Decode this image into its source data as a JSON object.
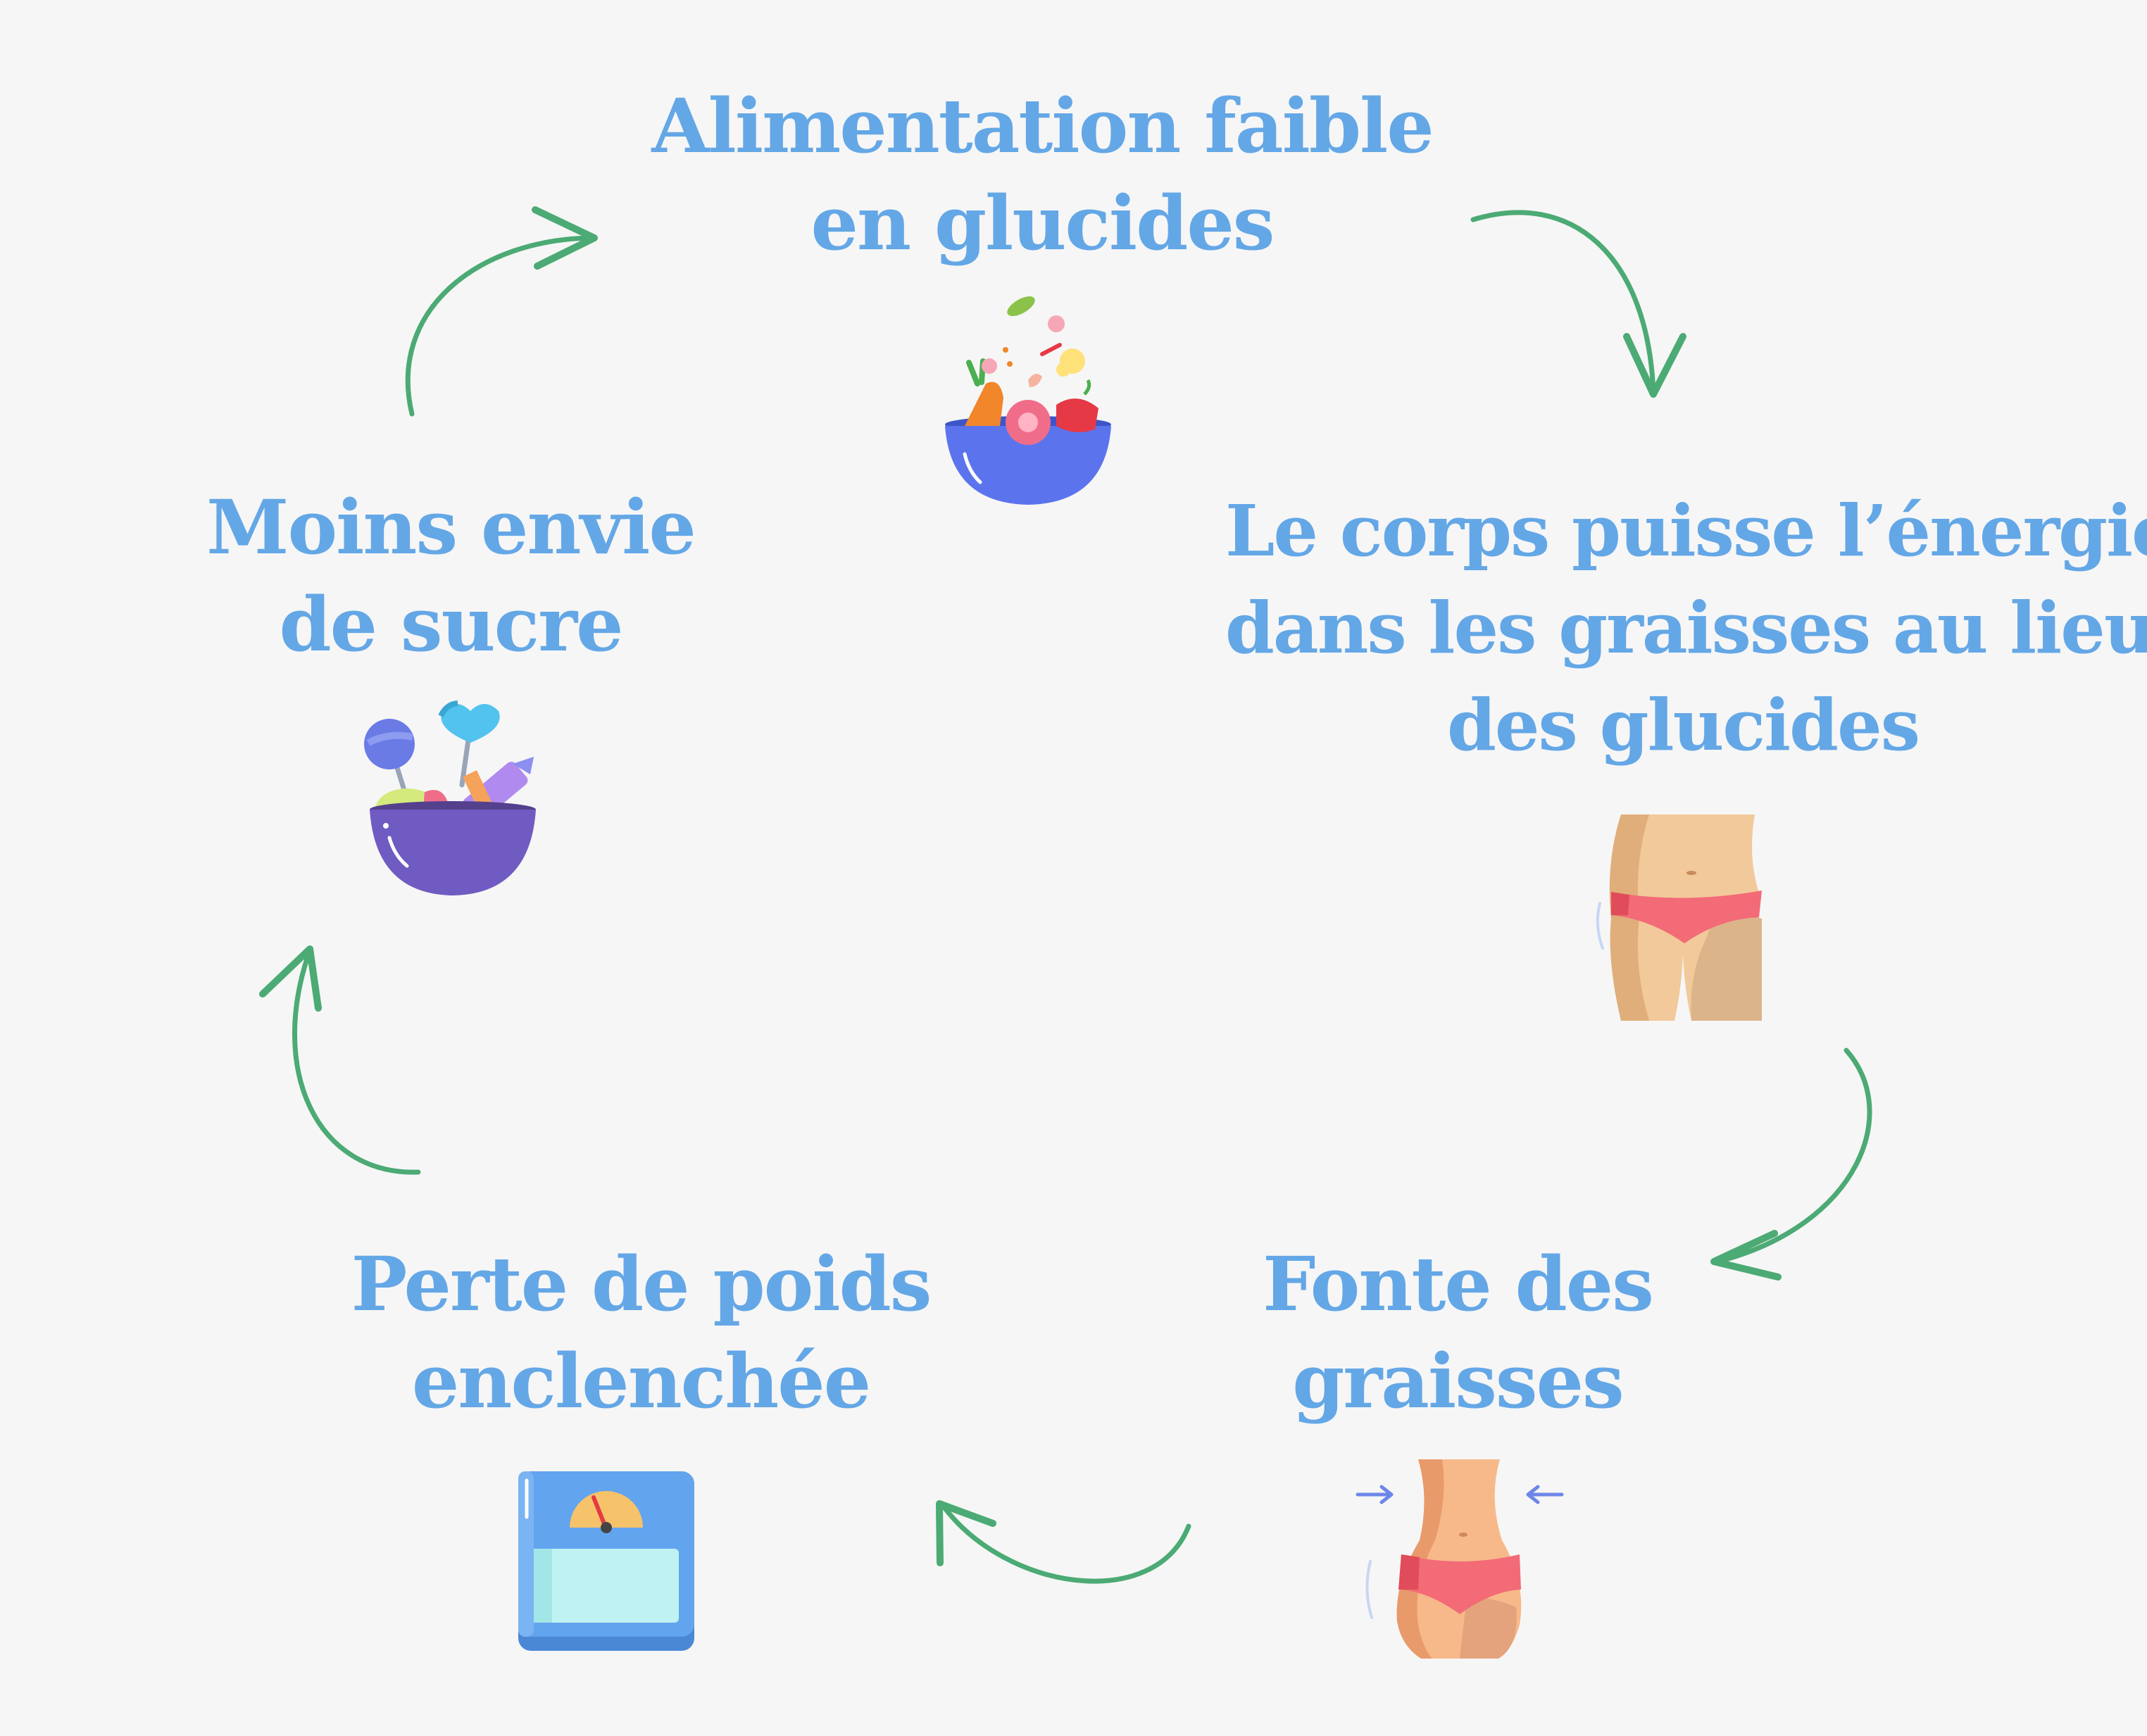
{
  "colors": {
    "background": "#f6f6f6",
    "label_text": "#64a7e6",
    "arrow": "#4caa74"
  },
  "steps": [
    {
      "icon": "vegetable-bowl-icon",
      "lines": [
        "Alimentation faible",
        "en glucides"
      ]
    },
    {
      "icon": "hips-body-icon",
      "lines": [
        "Le corps puisse l’énergie",
        "dans les graisses au lieu",
        "des glucides"
      ]
    },
    {
      "icon": "slim-waist-icon",
      "lines": [
        "Fonte des",
        "graisses"
      ]
    },
    {
      "icon": "bathroom-scale-icon",
      "lines": [
        "Perte de poids",
        "enclenchée"
      ]
    },
    {
      "icon": "candy-bowl-icon",
      "lines": [
        "Moins envie",
        "de sucre"
      ]
    }
  ]
}
